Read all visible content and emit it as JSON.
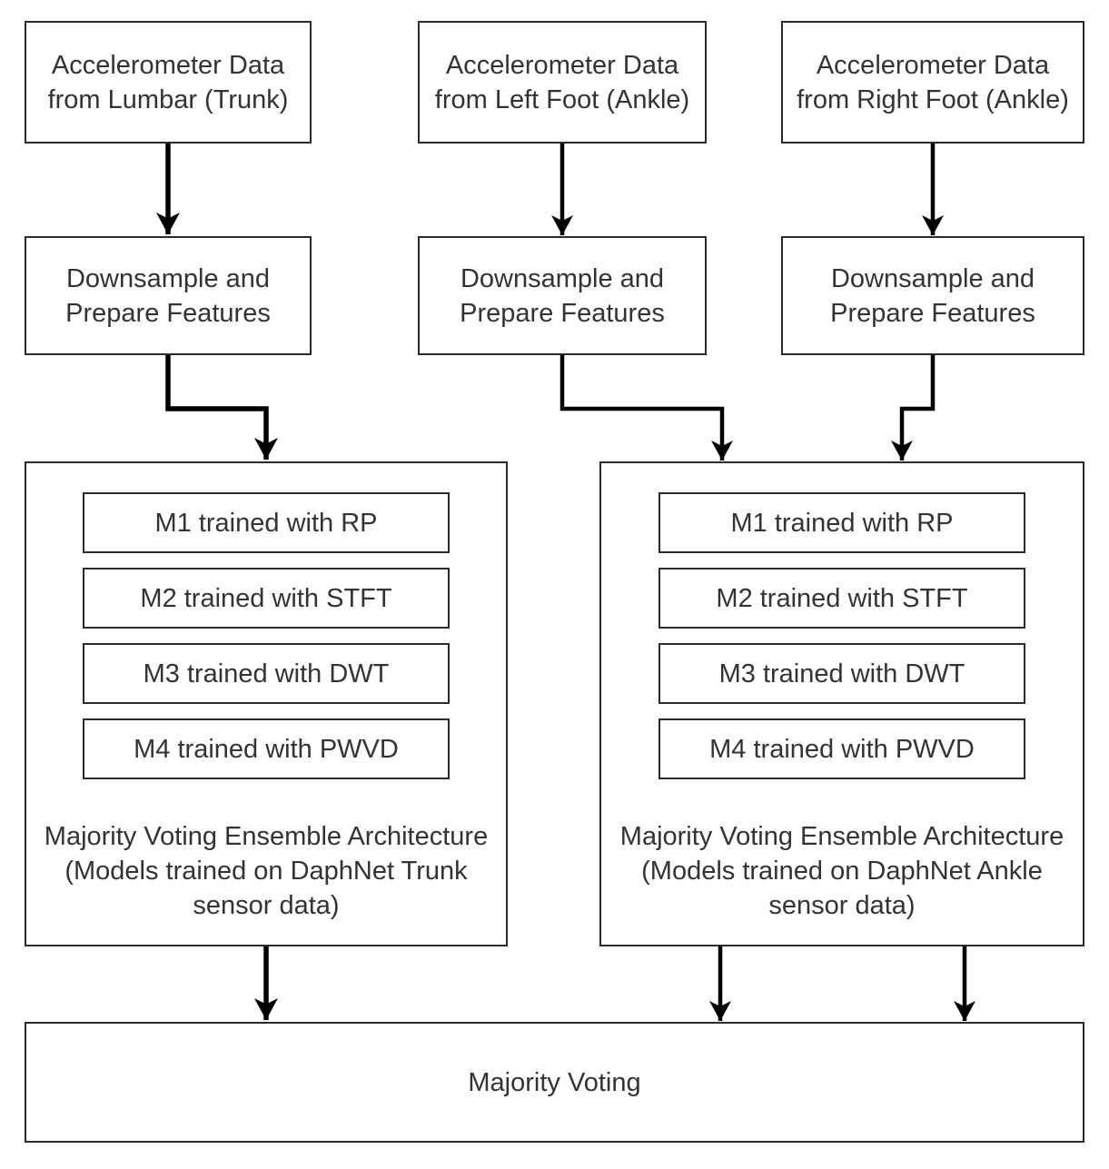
{
  "columns": [
    {
      "source": "Accelerometer Data\nfrom Lumbar (Trunk)",
      "process": "Downsample and\nPrepare Features"
    },
    {
      "source": "Accelerometer Data\nfrom Left Foot (Ankle)",
      "process": "Downsample and\nPrepare Features"
    },
    {
      "source": "Accelerometer Data\nfrom Right Foot (Ankle)",
      "process": "Downsample and\nPrepare Features"
    }
  ],
  "ensembles": [
    {
      "models": [
        "M1 trained with RP",
        "M2 trained with STFT",
        "M3 trained with DWT",
        "M4 trained with PWVD"
      ],
      "caption": "Majority Voting Ensemble Architecture\n(Models trained on DaphNet Trunk\nsensor data)"
    },
    {
      "models": [
        "M1 trained with RP",
        "M2 trained with STFT",
        "M3 trained with DWT",
        "M4 trained with PWVD"
      ],
      "caption": "Majority Voting Ensemble Architecture\n(Models trained on DaphNet Ankle\nsensor data)"
    }
  ],
  "final": {
    "label": "Majority Voting"
  },
  "colors": {
    "border": "#2b2b2b",
    "text": "#333333",
    "arrow": "#000000",
    "background": "#ffffff"
  }
}
